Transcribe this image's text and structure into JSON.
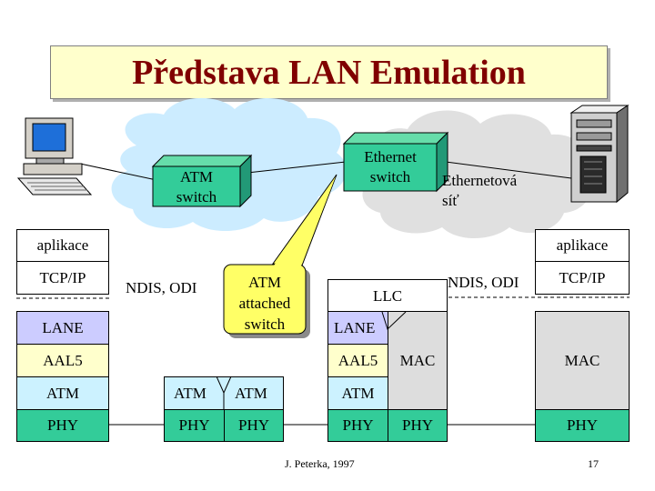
{
  "title": "Představa LAN Emulation",
  "colors": {
    "title_text": "#800000",
    "title_bg": "#ffffcc",
    "cloud_blue": "#ccecff",
    "cloud_gray": "#e0e0e0",
    "switch_green": "#33cc99",
    "callout_yellow": "#ffff66",
    "lane": "#ccccff",
    "aal5": "#ffffcc",
    "atm": "#ccf2ff",
    "phy": "#33cc99",
    "mac": "#dddddd"
  },
  "network": {
    "atm_switch": "ATM\nswitch",
    "ethernet_switch": "Ethernet\nswitch",
    "ethernet_net": "Ethernetová\nsíť",
    "callout": "ATM\nattached\nswitch",
    "icons": [
      "desktop-computer-icon",
      "server-tower-icon"
    ]
  },
  "left_stack": {
    "aplikace": "aplikace",
    "tcpip": "TCP/IP",
    "lane": "LANE",
    "aal5": "AAL5",
    "atm": "ATM",
    "phy": "PHY"
  },
  "ndis_left": "NDIS, ODI",
  "ndis_right": "NDIS, ODI",
  "atm_switch_stack": {
    "atm_left": "ATM",
    "atm_right": "ATM",
    "phy_left": "PHY",
    "phy_right": "PHY"
  },
  "bridge_stack": {
    "llc": "LLC",
    "lane": "LANE",
    "aal5": "AAL5",
    "atm": "ATM",
    "mac": "MAC",
    "phy_left": "PHY",
    "phy_right": "PHY"
  },
  "right_stack": {
    "aplikace": "aplikace",
    "tcpip": "TCP/IP",
    "mac": "MAC",
    "phy": "PHY"
  },
  "footer": {
    "author": "J. Peterka, 1997",
    "page": "17"
  }
}
